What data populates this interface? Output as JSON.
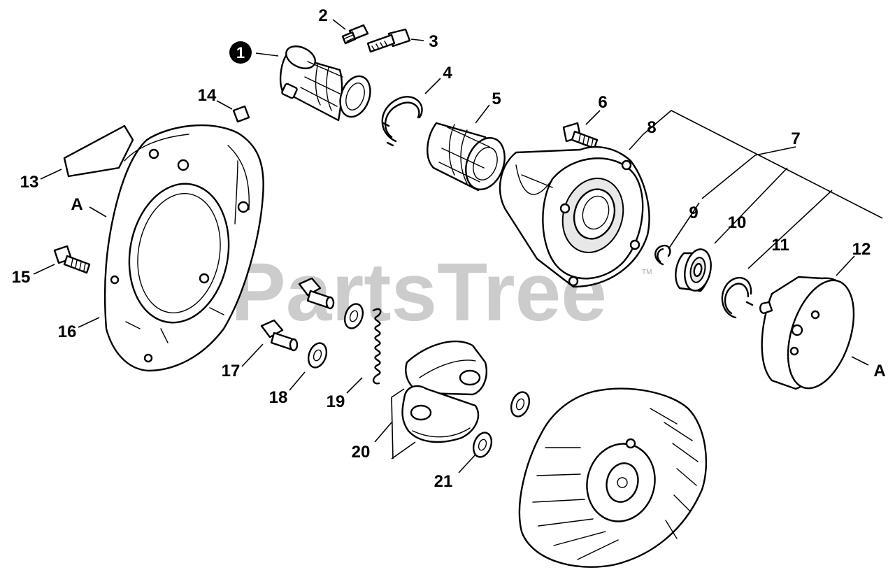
{
  "watermark": {
    "text": "PartsTree",
    "trademark": "TM"
  },
  "callouts": {
    "c1": "1",
    "c2": "2",
    "c3": "3",
    "c4": "4",
    "c5": "5",
    "c6": "6",
    "c7": "7",
    "c8": "8",
    "c9": "9",
    "c10": "10",
    "c11": "11",
    "c12": "12",
    "c13": "13",
    "c14": "14",
    "c15": "15",
    "c16": "16",
    "c17": "17",
    "c18": "18",
    "c19": "19",
    "c20": "20",
    "c21": "21"
  },
  "reference_marks": {
    "left": "A",
    "right": "A"
  },
  "colors": {
    "line": "#000000",
    "watermark": "#c4c4c4",
    "background": "#ffffff"
  }
}
